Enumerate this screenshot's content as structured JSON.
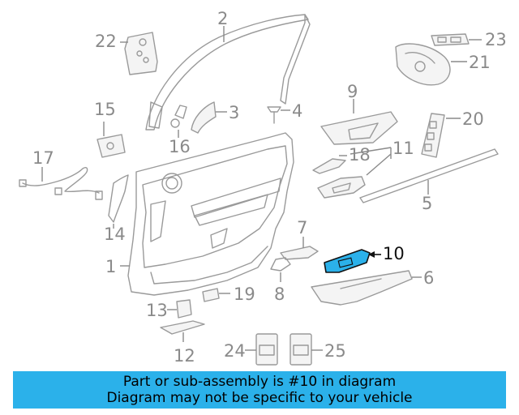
{
  "callouts": {
    "c1": "1",
    "c2": "2",
    "c3": "3",
    "c4": "4",
    "c5": "5",
    "c6": "6",
    "c7": "7",
    "c8": "8",
    "c9": "9",
    "c10": "10",
    "c11": "11",
    "c12": "12",
    "c13": "13",
    "c14": "14",
    "c15": "15",
    "c16": "16",
    "c17": "17",
    "c18": "18",
    "c19": "19",
    "c20": "20",
    "c21": "21",
    "c22": "22",
    "c23": "23",
    "c24": "24",
    "c25": "25"
  },
  "highlight": {
    "callout": "10",
    "color": "#2bb1ea"
  },
  "banner": {
    "line1": "Part or sub-assembly is #10 in diagram",
    "line2": "Diagram may not be specific to your vehicle",
    "background": "#2bb1ea"
  }
}
